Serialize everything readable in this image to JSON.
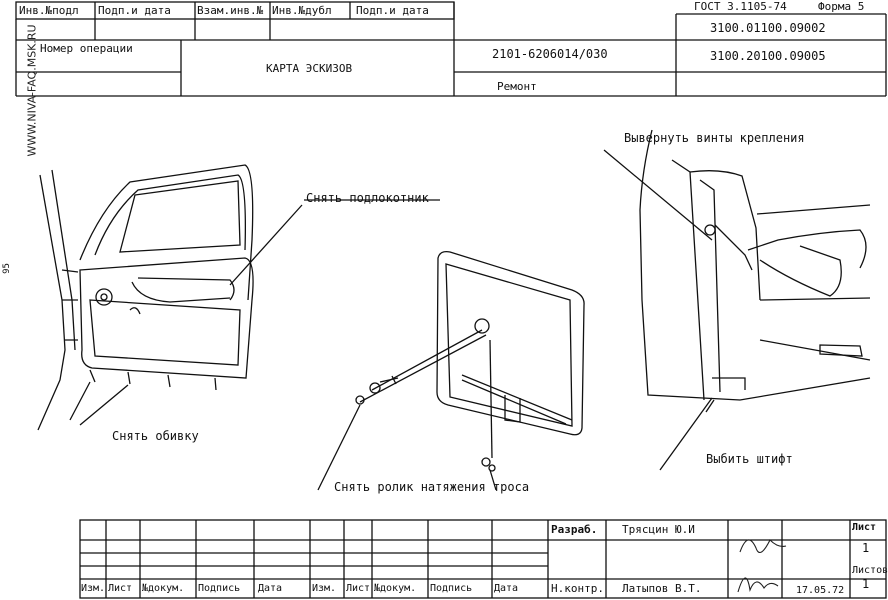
{
  "side_watermark": "WWW.NIVA-FAQ.MSK.RU",
  "side_number": "95",
  "header": {
    "standard": "ГОСТ 3.1105-74",
    "form": "Форма 5",
    "stamp_cells": [
      "Инв.№подл",
      "Подп.и дата",
      "Взам.инв.№",
      "Инв.№дубл",
      "Подп.и дата"
    ],
    "operation_number_label": "Номер операции",
    "card_title": "КАРТА ЭСКИЗОВ",
    "part_number": "2101-6206014/030",
    "doc_code_1": "3100.01100.09002",
    "doc_code_2": "3100.20100.09005",
    "repair_label": "Ремонт"
  },
  "annotations": {
    "remove_armrest": "Снять подлокотник",
    "remove_trim": "Снять обивку",
    "remove_roller": "Снять ролик натяжения троса",
    "unscrew_screws": "Вывернуть винты крепления",
    "knock_out_pin": "Выбить штифт"
  },
  "title_block": {
    "developed_label": "Разраб.",
    "developed_name": "Трясцин Ю.И",
    "checked_label": "Н.контр.",
    "checked_name": "Латыпов В.Т.",
    "checked_date": "17.05.72",
    "sheet_label": "Лист",
    "sheet_value": "1",
    "sheets_label": "Листов",
    "sheets_value": "1",
    "columns": [
      "Изм.",
      "Лист",
      "№докум.",
      "Подпись",
      "Дата",
      "Изм.",
      "Лист",
      "№докум.",
      "Подпись",
      "Дата"
    ]
  }
}
